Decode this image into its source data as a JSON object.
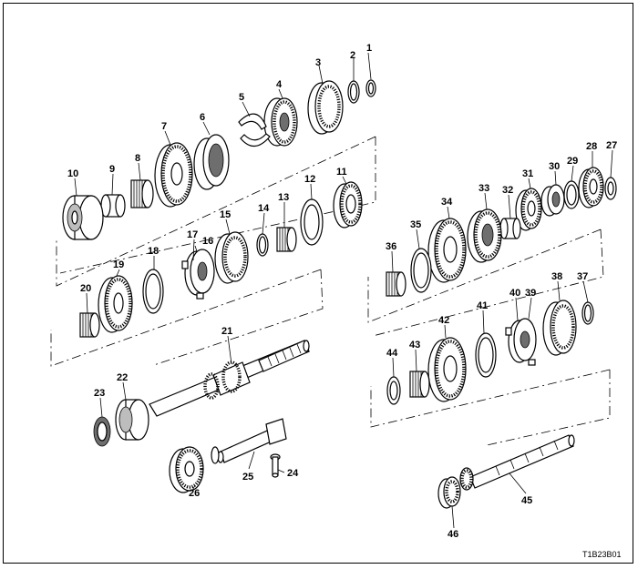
{
  "diagram": {
    "code": "T1B23B01",
    "parts": [
      "1",
      "2",
      "3",
      "4",
      "5",
      "6",
      "7",
      "8",
      "9",
      "10",
      "11",
      "12",
      "13",
      "14",
      "15",
      "16",
      "17",
      "18",
      "19",
      "20",
      "21",
      "22",
      "23",
      "24",
      "25",
      "26",
      "27",
      "28",
      "29",
      "30",
      "31",
      "32",
      "33",
      "34",
      "35",
      "36",
      "37",
      "38",
      "39",
      "40",
      "41",
      "42",
      "43",
      "44",
      "45",
      "46"
    ]
  }
}
